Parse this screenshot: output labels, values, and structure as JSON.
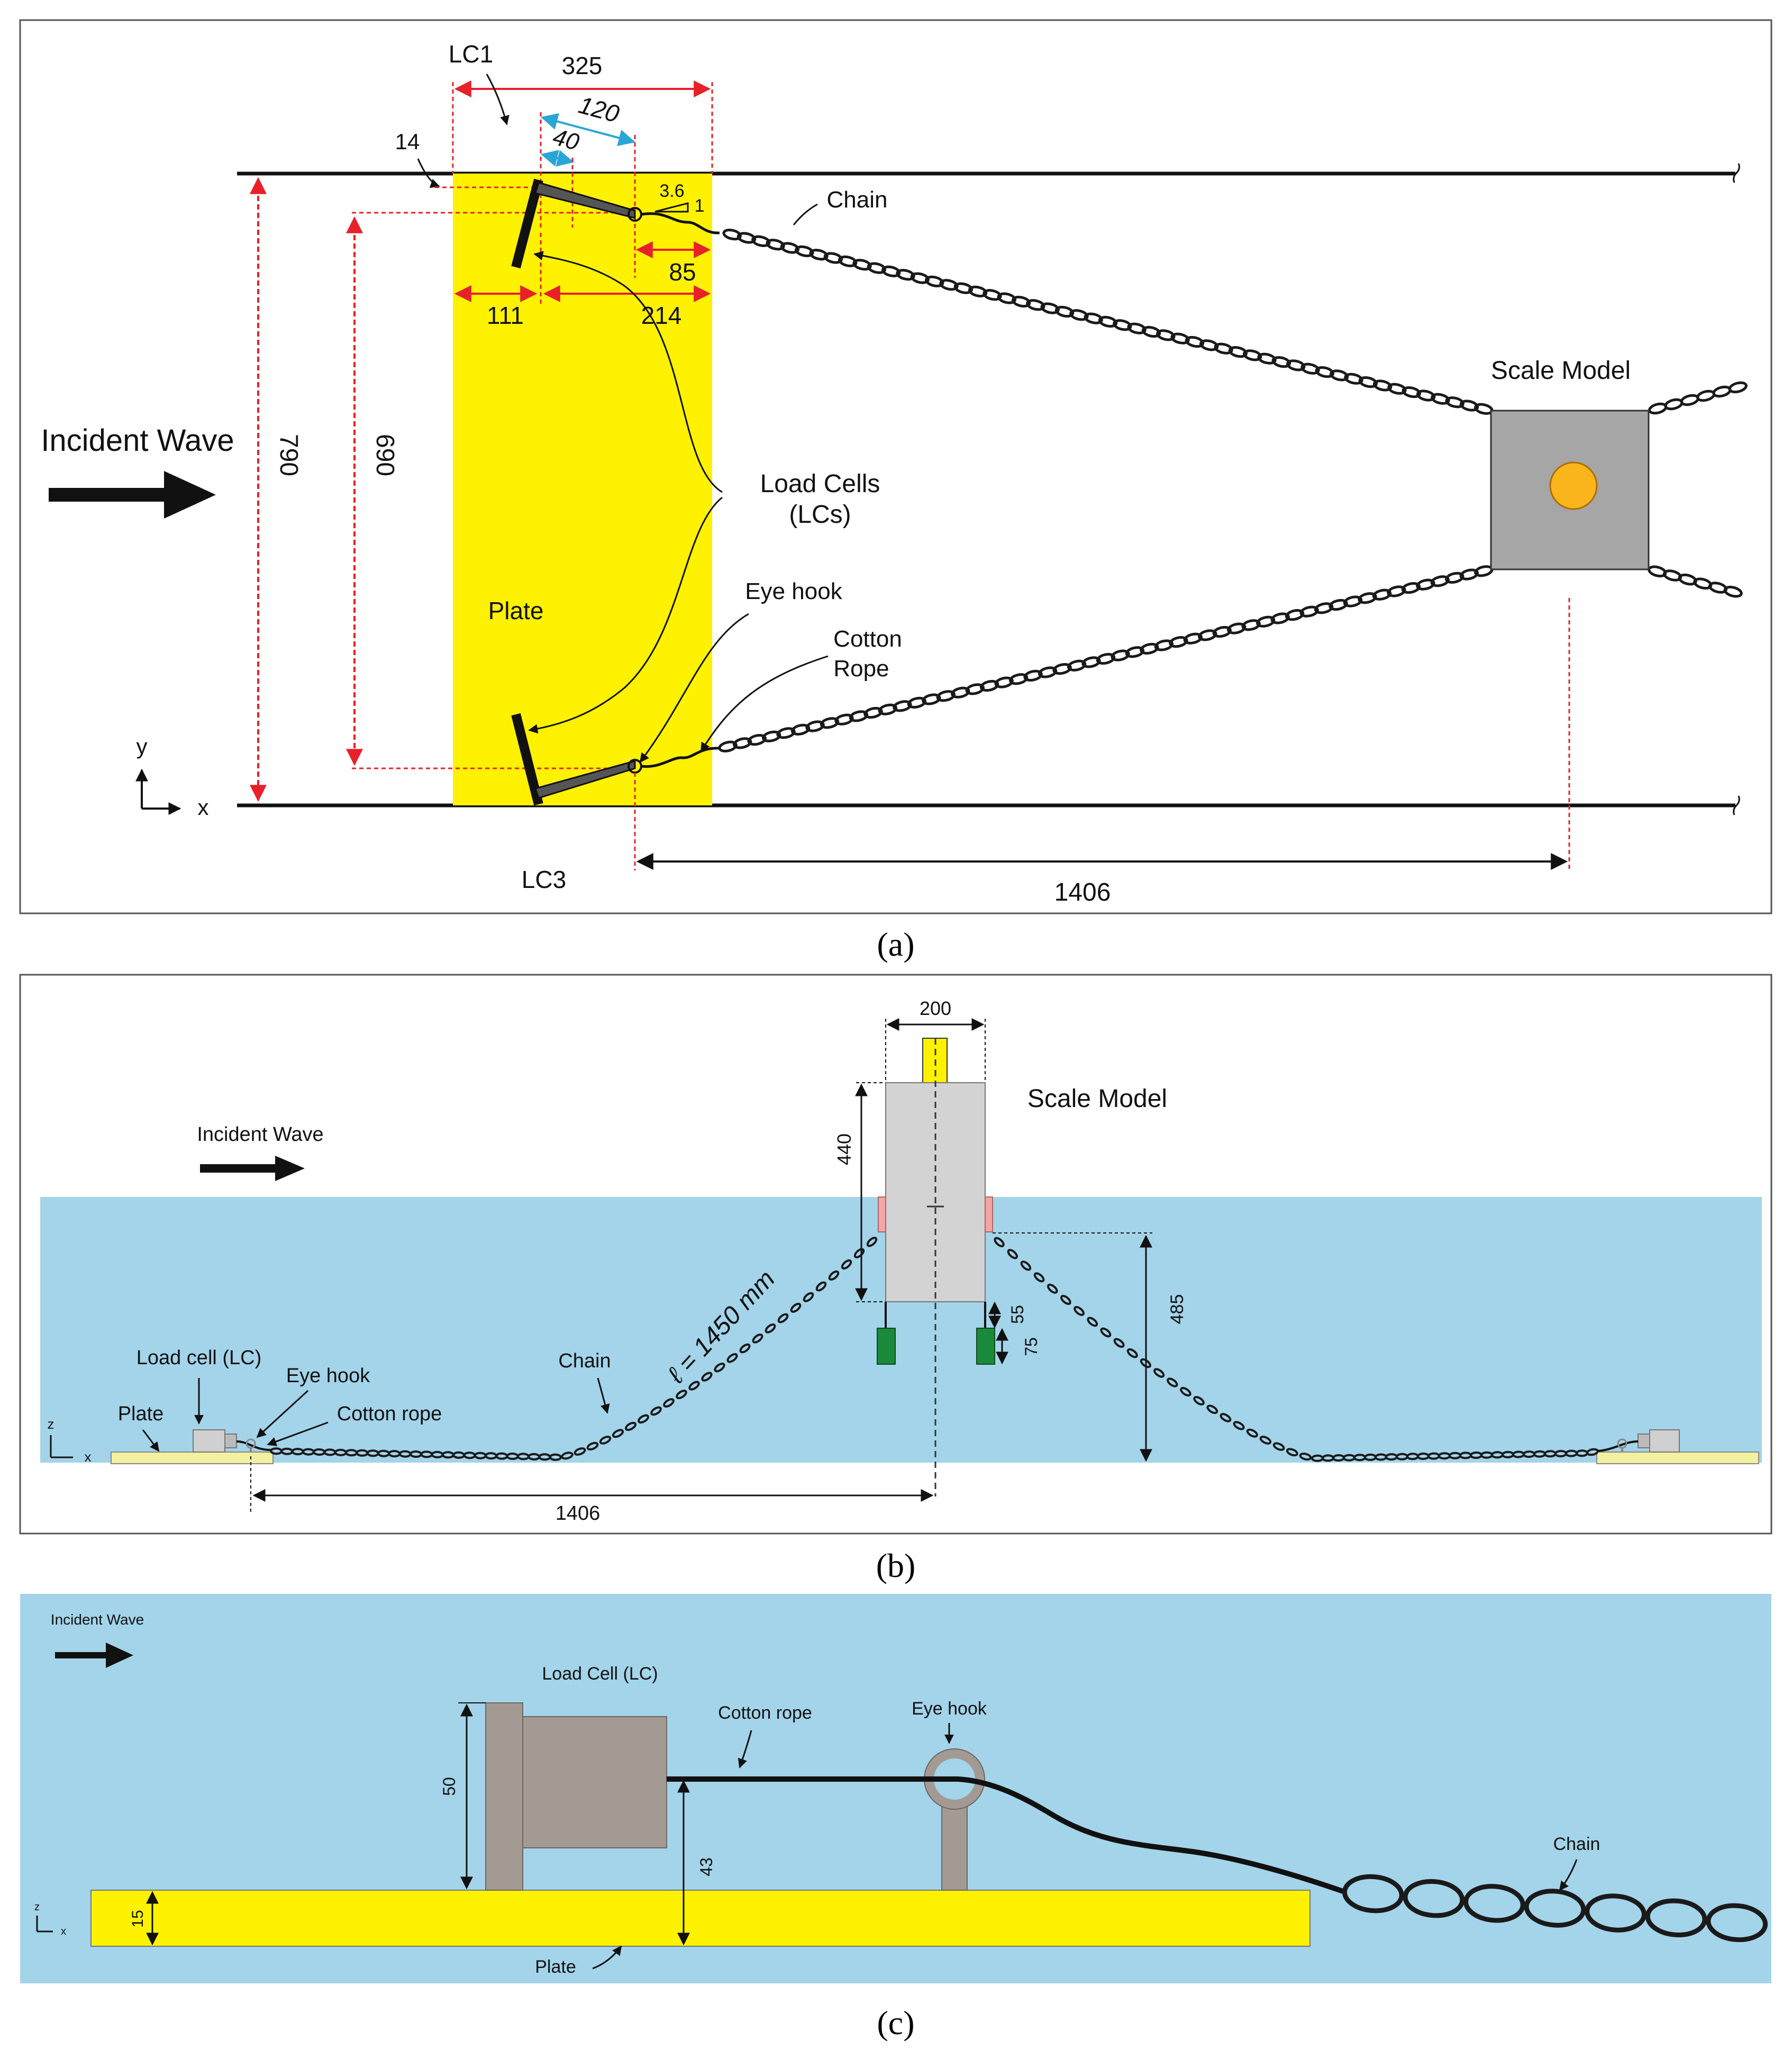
{
  "panel_a": {
    "caption": "(a)",
    "incident_wave": "Incident Wave",
    "lc1": "LC1",
    "lc3": "LC3",
    "dim_325": "325",
    "dim_120": "120",
    "dim_40": "40",
    "dim_14": "14",
    "slope_run": "3.6",
    "slope_rise": "1",
    "dim_85": "85",
    "dim_111": "111",
    "dim_214": "214",
    "dim_790": "790",
    "dim_690": "690",
    "chain": "Chain",
    "scale_model": "Scale Model",
    "load_cells": "Load Cells",
    "load_cells_abbr": "(LCs)",
    "plate": "Plate",
    "eye_hook": "Eye hook",
    "cotton": "Cotton",
    "rope": "Rope",
    "dim_1406": "1406",
    "axis_y": "y",
    "axis_x": "x"
  },
  "panel_b": {
    "caption": "(b)",
    "incident_wave": "Incident Wave",
    "dim_200": "200",
    "scale_model": "Scale Model",
    "dim_440": "440",
    "dim_485": "485",
    "dim_55": "55",
    "dim_75": "75",
    "chain_length": "ℓ = 1450 mm",
    "chain": "Chain",
    "load_cell": "Load cell (LC)",
    "eye_hook": "Eye hook",
    "cotton_rope": "Cotton rope",
    "plate": "Plate",
    "dim_1406": "1406",
    "axis_z": "z",
    "axis_x": "x"
  },
  "panel_c": {
    "caption": "(c)",
    "incident_wave": "Incident Wave",
    "load_cell": "Load Cell (LC)",
    "cotton_rope": "Cotton rope",
    "eye_hook": "Eye hook",
    "chain": "Chain",
    "plate": "Plate",
    "dim_50": "50",
    "dim_43": "43",
    "dim_15": "15",
    "axis_z": "z",
    "axis_x": "x"
  },
  "colors": {
    "plate_yellow": "#fff200",
    "water_blue": "#a3d4ea",
    "model_gray": "#a6a6a6",
    "dim_red": "#e8202a",
    "dim_cyan": "#2aa6d6",
    "buoy_orange": "#f9b51b",
    "weight_green": "#1a8a3a",
    "pink": "#f4a6a6",
    "lc_gray": "#a39a94"
  }
}
